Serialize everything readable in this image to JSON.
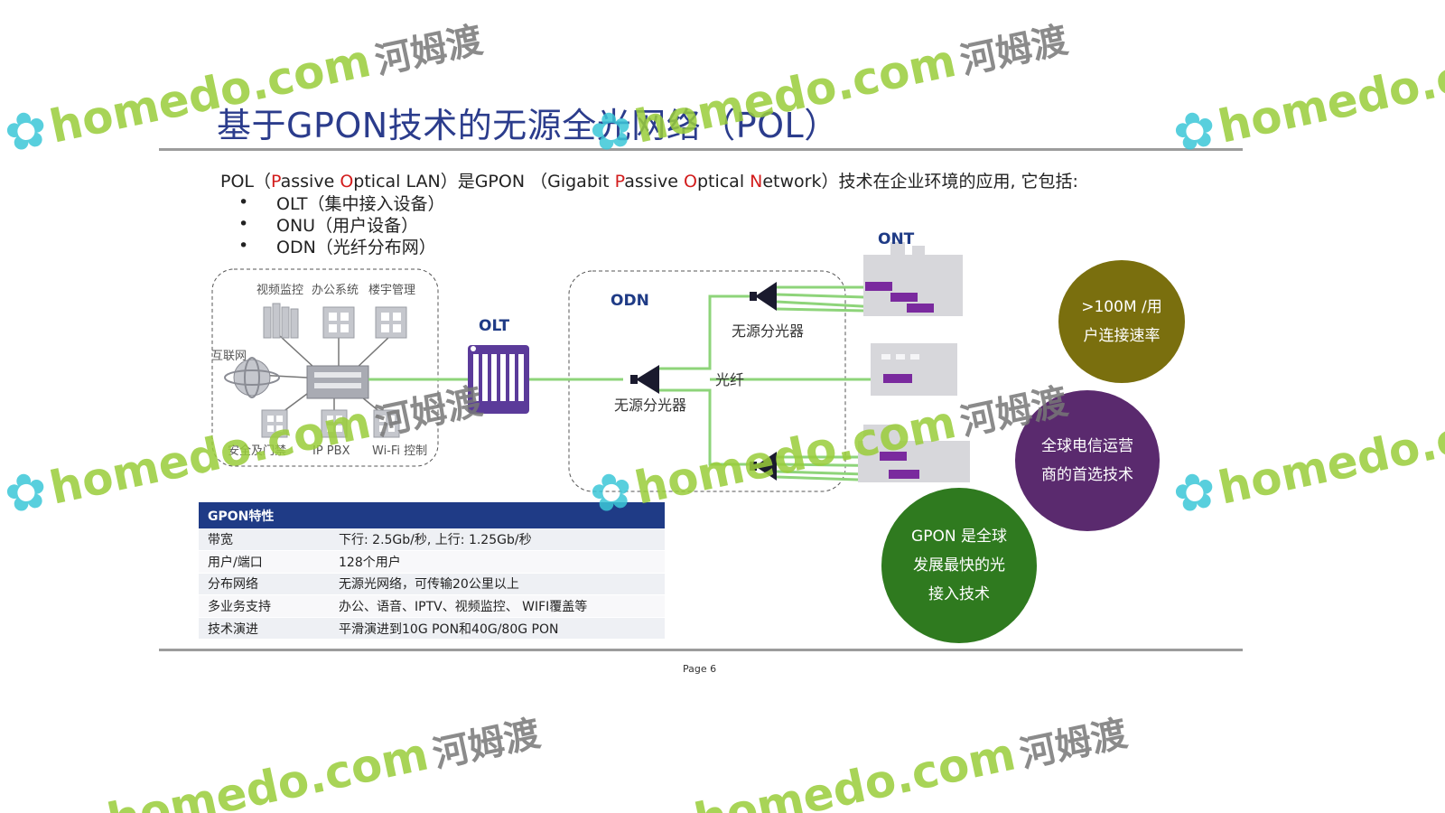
{
  "slide": {
    "title": "基于GPON技术的无源全光网络（POL）",
    "page_label": "Page 6"
  },
  "intro": {
    "p1": "POL（",
    "p_red1": "P",
    "p2": "assive ",
    "p_red2": "O",
    "p3": "ptical LAN）是GPON （",
    "p4": "Gigabit ",
    "p_red3": "P",
    "p5": "assive ",
    "p_red4": "O",
    "p6": "ptical ",
    "p_red5": "N",
    "p7": "etwork）技术在企业环境的应用, 它包括:",
    "bullets": [
      "OLT（集中接入设备）",
      "ONU（用户设备）",
      "ODN（光纤分布网）"
    ],
    "bullet_symbol": "•"
  },
  "diagram": {
    "services_top": [
      "视频监控",
      "办公系统",
      "楼宇管理"
    ],
    "internet_label": "互联网",
    "services_bottom": [
      "安全及门禁",
      "IP PBX",
      "Wi-Fi 控制"
    ],
    "olt_label": "OLT",
    "odn_label": "ODN",
    "ont_label": "ONT",
    "splitter_top_label": "无源分光器",
    "splitter_mid_label": "无源分光器",
    "fiber_label": "光纤",
    "colors": {
      "fiber": "#8ed47a",
      "olt": "#5b3b9a",
      "ont_port": "#7a2a9e",
      "device": "#d7d7db"
    }
  },
  "bubbles": {
    "olive": ">100M /用\n户连接速率",
    "purple": "全球电信运营\n商的首选技术",
    "green": "GPON 是全球\n发展最快的光\n接入技术"
  },
  "table": {
    "header": "GPON特性",
    "rows": [
      [
        "带宽",
        "下行: 2.5Gb/秒, 上行: 1.25Gb/秒"
      ],
      [
        "用户/端口",
        "128个用户"
      ],
      [
        "分布网络",
        "无源光网络，可传输20公里以上"
      ],
      [
        "多业务支持",
        "办公、语音、IPTV、视频监控、 WIFI覆盖等"
      ],
      [
        "技术演进",
        "平滑演进到10G PON和40G/80G PON"
      ]
    ]
  },
  "watermark": {
    "latin": "homedo.com",
    "cn": "河姆渡",
    "flower": "✿"
  }
}
